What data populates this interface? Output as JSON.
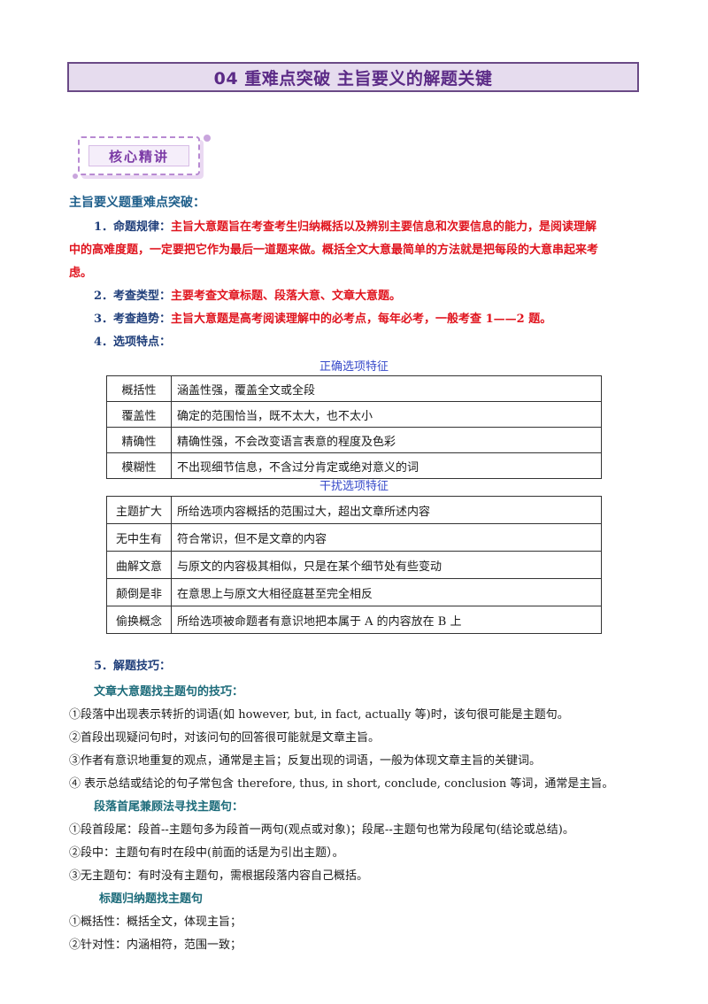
{
  "title": "04 重难点突破 主旨要义的解题关键",
  "badge": "核心精讲",
  "section_head": "主旨要义题重难点突破：",
  "points": {
    "p1_label": "1．命题规律：",
    "p1_line1": "主旨大意题旨在考查考生归纳概括以及辨别主要信息和次要信息的能力，是阅读理解",
    "p1_line2": "中的高难度题，一定要把它作为最后一道题来做。概括全文大意最简单的方法就是把每段的大意串起来考",
    "p1_line3": "虑。",
    "p2_label": "2．考查类型：",
    "p2_text": "主要考查文章标题、段落大意、文章大意题。",
    "p3_label": "3．考查趋势：",
    "p3_text": "主旨大意题是高考阅读理解中的必考点，每年必考，一般考查 1——2 题。",
    "p4_label": "4．选项特点："
  },
  "table1": {
    "caption": "正确选项特征",
    "rows": [
      [
        "概括性",
        "涵盖性强，覆盖全文或全段"
      ],
      [
        "覆盖性",
        "确定的范围恰当，既不太大，也不太小"
      ],
      [
        "精确性",
        "精确性强，不会改变语言表意的程度及色彩"
      ],
      [
        "模糊性",
        "不出现细节信息，不含过分肯定或绝对意义的词"
      ]
    ]
  },
  "table2": {
    "caption": "干扰选项特征",
    "rows": [
      [
        "主题扩大",
        "所给选项内容概括的范围过大，超出文章所述内容"
      ],
      [
        "无中生有",
        "符合常识，但不是文章的内容"
      ],
      [
        "曲解文意",
        "与原文的内容极其相似，只是在某个细节处有些变动"
      ],
      [
        "颠倒是非",
        "在意思上与原文大相径庭甚至完全相反"
      ],
      [
        "偷换概念",
        "所给选项被命题者有意识地把本属于 A 的内容放在 B 上"
      ]
    ]
  },
  "p5_label": "5．解题技巧：",
  "tips": {
    "h1": "文章大意题找主题句的技巧：",
    "l1": "①段落中出现表示转折的词语(如 however, but, in fact, actually 等)时，该句很可能是主题句。",
    "l2": "②首段出现疑问句时，对该问句的回答很可能就是文章主旨。",
    "l3": "③作者有意识地重复的观点，通常是主旨；反复出现的词语，一般为体现文章主旨的关键词。",
    "l4": "④  表示总结或结论的句子常包含 therefore, thus, in short, conclude, conclusion 等词，通常是主旨。",
    "h2": "段落首尾兼顾法寻找主题句：",
    "l5": "①段首段尾：段首--主题句多为段首一两句(观点或对象)；段尾--主题句也常为段尾句(结论或总结)。",
    "l6": "②段中：主题句有时在段中(前面的话是为引出主题）。",
    "l7": "③无主题句：有时没有主题句，需根据段落内容自己概括。",
    "h3": "标题归纳题找主题句",
    "l8": "①概括性：概括全文，体现主旨；",
    "l9": "②针对性：内涵相符，范围一致；"
  }
}
